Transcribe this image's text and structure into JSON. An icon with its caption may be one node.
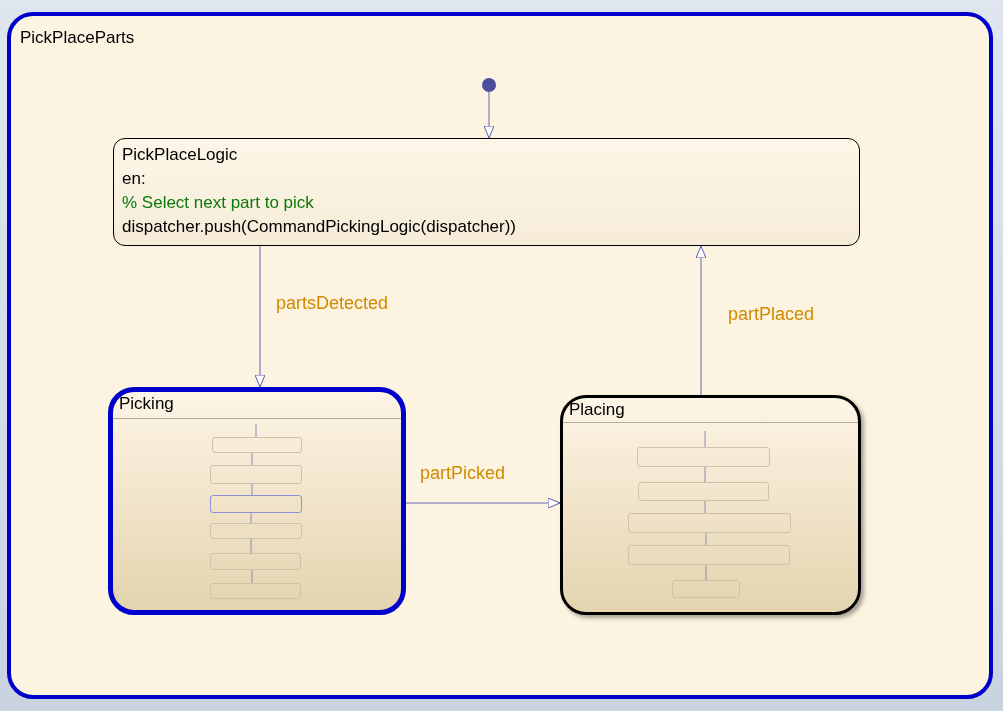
{
  "diagram": {
    "nodes": [
      {
        "text": [
          "PickPlaceParts"
        ]
      },
      {
        "text": [],
        "shape": "circle",
        "in": 0
      },
      {
        "text": [
          "PickPlaceLogic",
          "en:",
          "% Select next part to pick",
          "dispatcher.push(CommandPickingLogic(dispatcher))"
        ],
        "in": 0
      },
      {
        "text": [
          "Picking"
        ],
        "in": 0
      },
      {
        "text": [],
        "shape": "box",
        "in": 3
      },
      {
        "text": [],
        "shape": "box",
        "in": 3
      },
      {
        "text": [],
        "shape": "box",
        "in": 3
      },
      {
        "text": [],
        "shape": "box",
        "in": 3
      },
      {
        "text": [],
        "shape": "box",
        "in": 3
      },
      {
        "text": [],
        "shape": "box",
        "in": 3
      },
      {
        "text": [
          "Placing"
        ],
        "in": 0
      },
      {
        "text": [],
        "shape": "box",
        "in": 10
      },
      {
        "text": [],
        "shape": "box",
        "in": 10
      },
      {
        "text": [],
        "shape": "box",
        "in": 10
      },
      {
        "text": [],
        "shape": "box",
        "in": 10
      },
      {
        "text": [],
        "shape": "box",
        "in": 10
      }
    ],
    "edges": [
      {
        "from": 1,
        "to": 2,
        "arrow": "to"
      },
      {
        "from": 2,
        "to": 3,
        "arrow": "to",
        "label": "partsDetected"
      },
      {
        "from": 3,
        "to": 10,
        "arrow": "to",
        "label": "partPicked"
      },
      {
        "from": 10,
        "to": 2,
        "arrow": "to",
        "label": "partPlaced"
      },
      {
        "from": null,
        "to": 4,
        "arrow": "none"
      },
      {
        "from": 4,
        "to": 5,
        "arrow": "none"
      },
      {
        "from": 5,
        "to": 6,
        "arrow": "none"
      },
      {
        "from": 6,
        "to": 7,
        "arrow": "none"
      },
      {
        "from": 7,
        "to": 8,
        "arrow": "none"
      },
      {
        "from": 8,
        "to": 9,
        "arrow": "none"
      },
      {
        "from": null,
        "to": 11,
        "arrow": "none"
      },
      {
        "from": 11,
        "to": 12,
        "arrow": "none"
      },
      {
        "from": 12,
        "to": 13,
        "arrow": "none"
      },
      {
        "from": 13,
        "to": 14,
        "arrow": "none"
      },
      {
        "from": 14,
        "to": 15,
        "arrow": "none"
      }
    ]
  }
}
